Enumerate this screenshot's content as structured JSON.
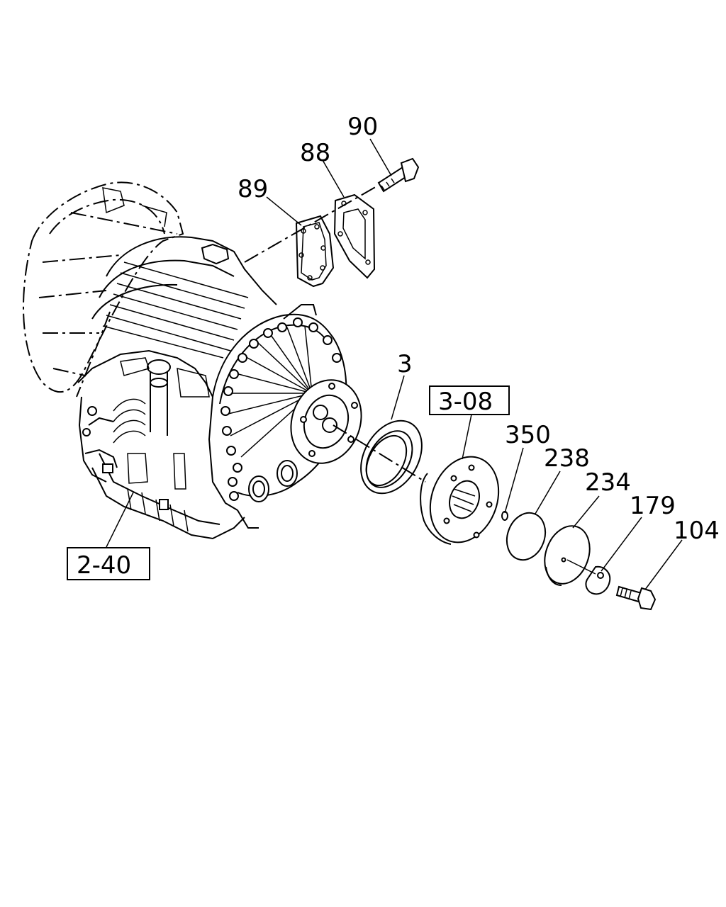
{
  "labels": {
    "p90": "90",
    "p88": "88",
    "p89": "89",
    "p3": "3",
    "p3_08": "3-08",
    "p350": "350",
    "p238": "238",
    "p234": "234",
    "p179": "179",
    "p104": "104",
    "p2_40": "2-40"
  }
}
